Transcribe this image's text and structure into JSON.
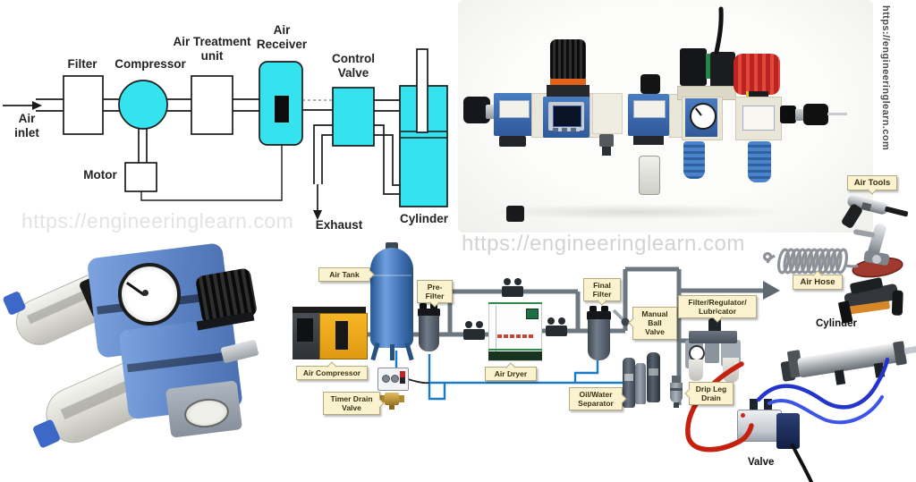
{
  "watermark": {
    "url": "https://engineeringlearn.com"
  },
  "schematic": {
    "air_inlet": "Air\ninlet",
    "filter": "Filter",
    "compressor": "Compressor",
    "air_treatment_unit": "Air Treatment\nunit",
    "air_receiver": "Air\nReceiver",
    "control_valve": "Control\nValve",
    "motor": "Motor",
    "exhaust": "Exhaust",
    "cylinder": "Cylinder"
  },
  "flow": {
    "air_tank": "Air Tank",
    "air_compressor": "Air Compressor",
    "pre_filter": "Pre-\nFilter",
    "air_dryer": "Air Dryer",
    "timer_drain_valve": "Timer Drain\nValve",
    "final_filter": "Final\nFilter",
    "manual_ball_valve": "Manual\nBall\nValve",
    "filter_regulator_lubricator": "Filter/Regulator/\nLubricator",
    "oil_water_separator": "Oil/Water\nSeparator",
    "drip_leg_drain": "Drip Leg\nDrain",
    "air_tools": "Air Tools",
    "air_hose": "Air Hose",
    "cylinder": "Cylinder",
    "valve": "Valve"
  },
  "colors": {
    "schematic_cyan": "#35e3ee",
    "label_bg": "#fbf3cf",
    "pipe_gray": "#6d7780",
    "drain_blue": "#1a7cc4",
    "tank_blue": "#4a7fc1",
    "compressor_yellow": "#f2ad1e",
    "dryer_green": "#2e8b4a",
    "red_hose": "#c6200e",
    "blue_hose": "#2a3fd4",
    "frl_body_blue": "#6b92d6",
    "photo_unit_blue": "#3a6db2"
  }
}
